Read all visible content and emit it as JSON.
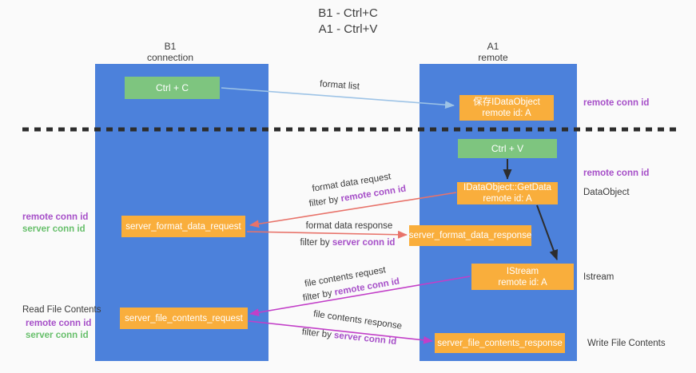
{
  "title": {
    "line1": "B1 - Ctrl+C",
    "line2": "A1 - Ctrl+V"
  },
  "columns": {
    "left": {
      "header_line1": "B1",
      "header_line2": "connection"
    },
    "right": {
      "header_line1": "A1",
      "header_line2": "remote"
    }
  },
  "boxes": {
    "ctrl_c": {
      "label": "Ctrl + C"
    },
    "ctrl_v": {
      "label": "Ctrl + V"
    },
    "save_idataobject": {
      "line1": "保存IDataObject",
      "line2": "remote id: A"
    },
    "getdata": {
      "line1": "IDataObject::GetData",
      "line2": "remote id: A"
    },
    "istream": {
      "line1": "IStream",
      "line2": "remote id: A"
    },
    "server_format_data_request": {
      "label": "server_format_data_request"
    },
    "server_format_data_response": {
      "label": "server_format_data_response"
    },
    "server_file_contents_request": {
      "label": "server_file_contents_request"
    },
    "server_file_contents_response": {
      "label": "server_file_contents_response"
    }
  },
  "arrow_labels": {
    "format_list": "format list",
    "format_data_request": "format data request",
    "format_data_response": "format data response",
    "file_contents_request": "file contents request",
    "file_contents_response": "file contents response",
    "filter_prefix": "filter by",
    "remote_conn_id": "remote conn id",
    "server_conn_id": "server conn id"
  },
  "side_labels": {
    "right_remote_conn_id_top": "remote conn id",
    "right_remote_conn_id_mid": "remote conn id",
    "dataobject": "DataObject",
    "istream": "Istream",
    "write_file_contents": "Write File Contents",
    "left_remote_conn_id": "remote conn id",
    "left_server_conn_id": "server conn id",
    "read_file_contents": "Read File Contents",
    "read_remote_conn_id": "remote conn id",
    "read_server_conn_id": "server conn id"
  },
  "colors": {
    "panel_blue": "#4c81db",
    "box_orange": "#f9ae3c",
    "box_green": "#7ec57f",
    "arrow_lightblue": "#9dc3e6",
    "arrow_red": "#e8736a",
    "arrow_magenta": "#c23fc8",
    "label_purple": "#a64fc8",
    "label_green": "#67bf6b",
    "dashed_line": "#2d2d2d",
    "background": "#fafafa"
  }
}
